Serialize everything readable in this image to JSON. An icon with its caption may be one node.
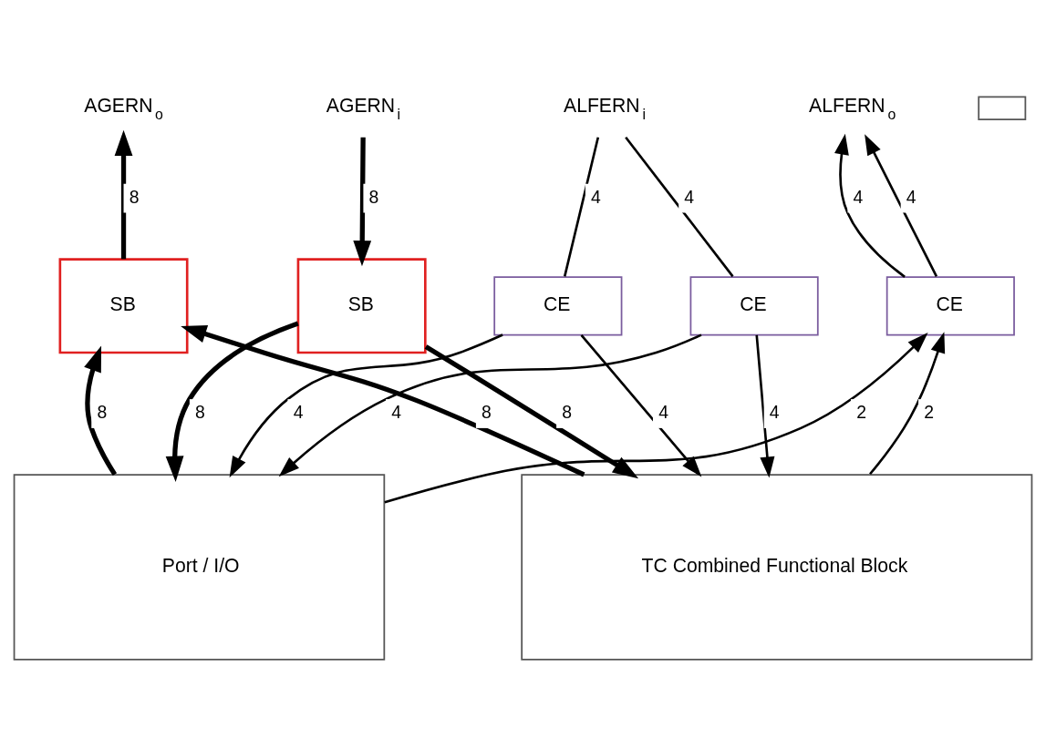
{
  "diagram": {
    "nodes": [
      {
        "text": [
          "AGERN$_{o}$"
        ]
      },
      {
        "text": [
          "AGERN$_{i}$"
        ]
      },
      {
        "text": [
          "ALFERN$_{i}$"
        ]
      },
      {
        "text": [
          "ALFERN$_{o}$"
        ]
      },
      {
        "text": [
          "CE"
        ]
      },
      {
        "text": [
          "CE"
        ]
      },
      {
        "text": [
          "CE"
        ]
      },
      {
        "text": [
          "SB"
        ]
      },
      {
        "text": [
          "SB"
        ]
      },
      {
        "text": [],
        "shape": "box"
      },
      {
        "text": [
          "Port / I/O"
        ]
      },
      {
        "text": [
          "TC Combined Functional Block"
        ]
      }
    ],
    "edges": [
      {
        "from": 2,
        "to": 4,
        "arrow": "none",
        "label": "4"
      },
      {
        "from": 4,
        "to": 10,
        "arrow": "to",
        "label": "4"
      },
      {
        "from": 4,
        "to": 11,
        "arrow": "to",
        "label": "4"
      },
      {
        "from": 2,
        "to": 5,
        "arrow": "none",
        "label": "4"
      },
      {
        "from": 5,
        "to": 10,
        "arrow": "to",
        "label": "4"
      },
      {
        "from": 5,
        "to": 11,
        "arrow": "to",
        "label": "4"
      },
      {
        "from": 6,
        "to": 3,
        "arrow": "to",
        "label": "4"
      },
      {
        "from": 6,
        "to": 3,
        "arrow": "to",
        "label": "4"
      },
      {
        "from": 10,
        "to": 6,
        "arrow": "to",
        "label": "2"
      },
      {
        "from": 11,
        "to": 6,
        "arrow": "to",
        "label": "2"
      },
      {
        "from": 1,
        "to": 8,
        "arrow": "to",
        "label": "8",
        "style": "thick"
      },
      {
        "from": 7,
        "to": 0,
        "arrow": "to",
        "label": "8",
        "style": "thick"
      },
      {
        "from": 8,
        "to": 10,
        "arrow": "to",
        "label": "8",
        "style": "thick"
      },
      {
        "from": 8,
        "to": 11,
        "arrow": "to",
        "label": "8",
        "style": "thick"
      },
      {
        "from": 10,
        "to": 7,
        "arrow": "to",
        "label": "8",
        "style": "thick"
      },
      {
        "from": 11,
        "to": 7,
        "arrow": "to",
        "label": "8",
        "style": "thick"
      }
    ]
  }
}
